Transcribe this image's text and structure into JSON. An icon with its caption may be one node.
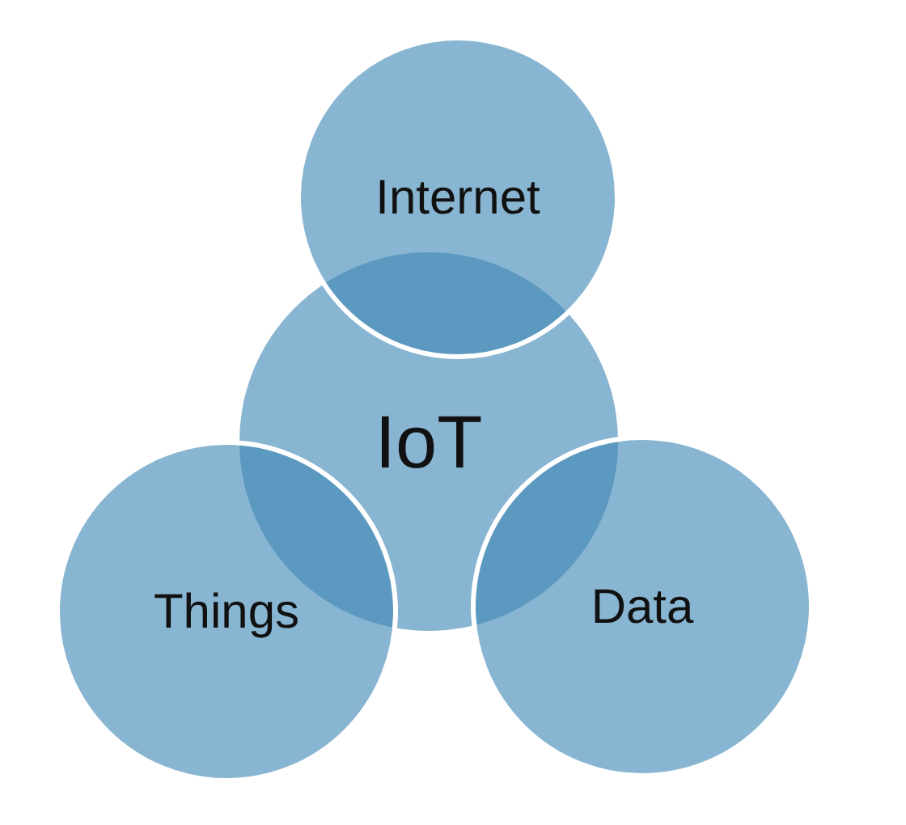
{
  "diagram": {
    "nodes": [
      {
        "text": [
          "IoT"
        ]
      },
      {
        "text": [
          "Internet"
        ]
      },
      {
        "text": [
          "Things"
        ]
      },
      {
        "text": [
          "Data"
        ]
      }
    ]
  }
}
